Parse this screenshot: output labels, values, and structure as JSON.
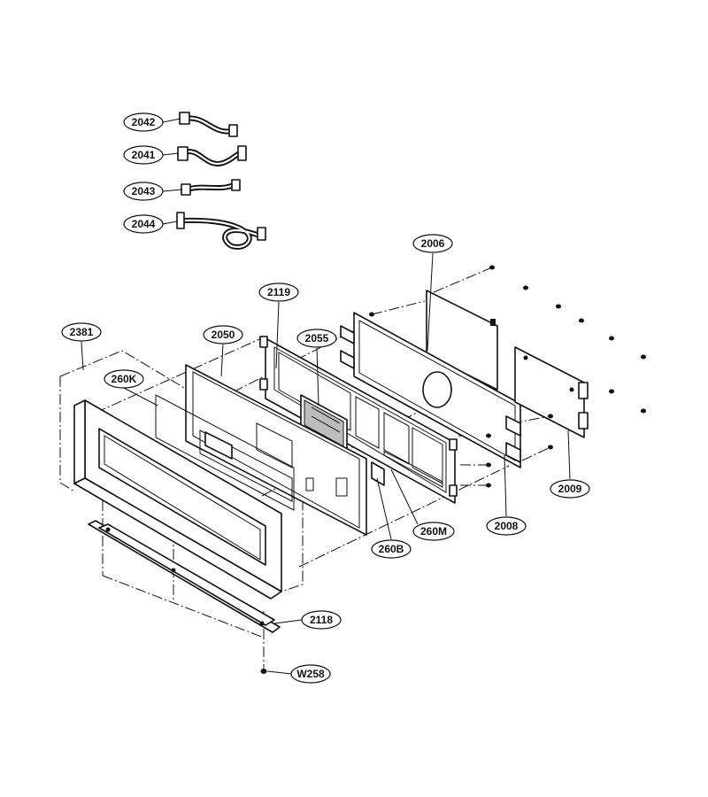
{
  "labels": {
    "l2042": "2042",
    "l2041": "2041",
    "l2043": "2043",
    "l2044": "2044",
    "l2006": "2006",
    "l2119": "2119",
    "l2381": "2381",
    "l2050": "2050",
    "l2055": "2055",
    "l260K": "260K",
    "l2009": "2009",
    "l2008": "2008",
    "l260M": "260M",
    "l260B": "260B",
    "l2118": "2118",
    "lW258": "W258"
  }
}
